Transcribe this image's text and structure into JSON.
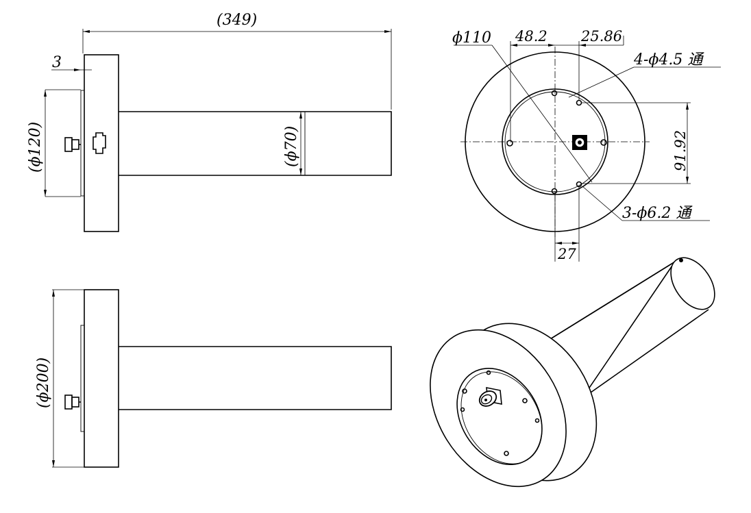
{
  "dimensions": {
    "overall_length": "(349)",
    "flange_step": "3",
    "d120": "(ϕ120)",
    "d70": "(ϕ70)",
    "d200": "(ϕ200)",
    "d110": "ϕ110",
    "x48_2": "48.2",
    "x25_86": "25.86",
    "holes_4": "4-ϕ4.5 通",
    "y91_92": "91.92",
    "holes_3": "3-ϕ6.2 通",
    "x27": "27"
  }
}
